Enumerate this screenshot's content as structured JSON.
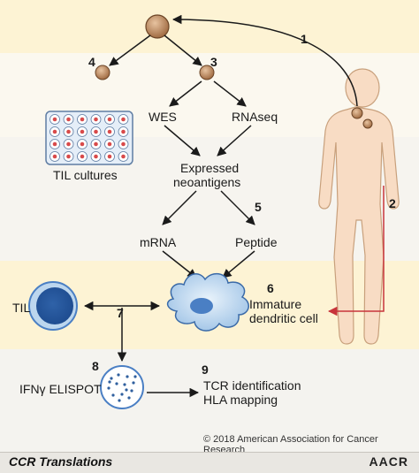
{
  "labels": {
    "step1": "1",
    "step2": "2",
    "step3": "3",
    "step4": "4",
    "step5": "5",
    "step6": "6",
    "step7": "7",
    "step8": "8",
    "step9": "9",
    "wes": "WES",
    "rnaseq": "RNAseq",
    "til_cultures": "TIL cultures",
    "expressed_line1": "Expressed",
    "expressed_line2": "neoantigens",
    "mrna": "mRNA",
    "peptide": "Peptide",
    "til": "TIL",
    "immature_line1": "Immature",
    "immature_line2": "dendritic cell",
    "elispot": "IFNγ ELISPOT",
    "tcr_line1": "TCR identification",
    "tcr_line2": "HLA mapping"
  },
  "copyright": "© 2018 American Association for Cancer Research",
  "footer": {
    "journal": "CCR Translations",
    "logo": "AACR"
  },
  "colors": {
    "band_top": "#fdf3d4",
    "band_mid": "#f6f4ef",
    "band_low": "#fdf3d4",
    "band_bottom": "#f6f4ef",
    "tumor_cell": "#b7835a",
    "body_fill": "#f8dcc4",
    "cell_blue": "#4a7fc4",
    "cell_light": "#bcd6ee",
    "red_arrow": "#c8343b",
    "arrow": "#1a1a1a"
  }
}
